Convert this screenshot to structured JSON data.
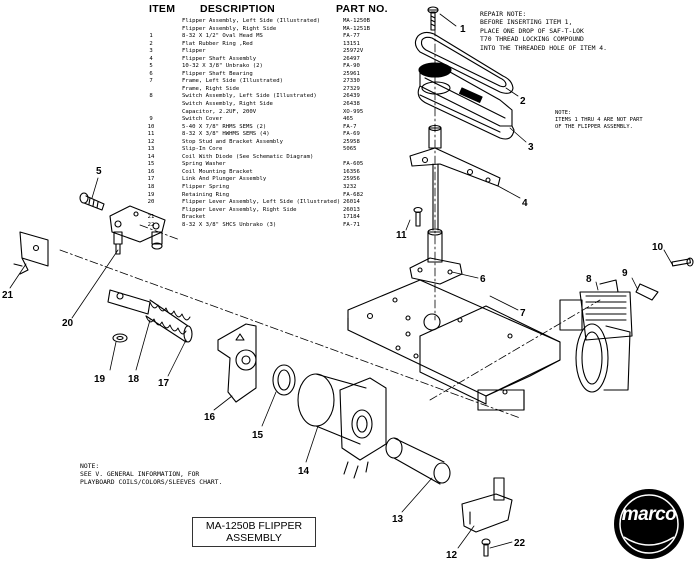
{
  "headers": {
    "item": "ITEM",
    "description": "DESCRIPTION",
    "part_no": "PART NO."
  },
  "parts": [
    {
      "item": "",
      "description": "Flipper Assembly, Left Side (Illustrated)",
      "part": "MA-1250B"
    },
    {
      "item": "",
      "description": "Flipper Assembly, Right Side",
      "part": "MA-1251B"
    },
    {
      "item": "1",
      "description": "8-32 X 1/2\" Oval Head MS",
      "part": "FA-77"
    },
    {
      "item": "2",
      "description": "Flat Rubber Ring ,Red",
      "part": "13151"
    },
    {
      "item": "3",
      "description": "Flipper",
      "part": "25972V"
    },
    {
      "item": "4",
      "description": "Flipper Shaft Assembly",
      "part": "26497"
    },
    {
      "item": "5",
      "description": "10-32 X 3/8\" Unbrako (2)",
      "part": "FA-90"
    },
    {
      "item": "6",
      "description": "Flipper Shaft Bearing",
      "part": "25961"
    },
    {
      "item": "7",
      "description": "Frame, Left Side (Illustrated)",
      "part": "27330"
    },
    {
      "item": "",
      "description": "Frame, Right Side",
      "part": "27329"
    },
    {
      "item": "8",
      "description": "Switch Assembly, Left Side (Illustrated)",
      "part": "26439"
    },
    {
      "item": "",
      "description": "Switch Assembly, Right Side",
      "part": "26438"
    },
    {
      "item": "",
      "description": "Capacitor, 2.2UF, 200V",
      "part": "XO-995"
    },
    {
      "item": "9",
      "description": "Switch Cover",
      "part": "465"
    },
    {
      "item": "10",
      "description": "5-40 X 7/8\" RHMS SEMS (2)",
      "part": "FA-7"
    },
    {
      "item": "11",
      "description": "8-32 X 3/8\" HWHMS SEMS (4)",
      "part": "FA-69"
    },
    {
      "item": "12",
      "description": "Stop Stud and Bracket Assembly",
      "part": "25958"
    },
    {
      "item": "13",
      "description": "Slip-In Core",
      "part": "5065"
    },
    {
      "item": "14",
      "description": "Coil With Diode (See Schematic Diagram)",
      "part": ""
    },
    {
      "item": "15",
      "description": "Spring Washer",
      "part": "FA-605"
    },
    {
      "item": "16",
      "description": "Coil Mounting Bracket",
      "part": "16356"
    },
    {
      "item": "17",
      "description": "Link And Plunger Assembly",
      "part": "25956"
    },
    {
      "item": "18",
      "description": "Flipper Spring",
      "part": "3232"
    },
    {
      "item": "19",
      "description": "Retaining Ring",
      "part": "FA-682"
    },
    {
      "item": "20",
      "description": "Flipper Lever Assembly, Left Side (Illustrated)",
      "part": "26014"
    },
    {
      "item": "",
      "description": "Flipper Lever Assembly, Right Side",
      "part": "26013"
    },
    {
      "item": "21",
      "description": "Bracket",
      "part": "17184"
    },
    {
      "item": "22",
      "description": "8-32 X 3/8\" SHCS Unbrako (3)",
      "part": "FA-71"
    }
  ],
  "repair_note": "REPAIR NOTE:\nBEFORE INSERTING ITEM 1,\nPLACE ONE DROP OF SAF-T-LOK\nT70 THREAD LOCKING COMPOUND\nINTO THE THREADED HOLE OF ITEM 4.",
  "items_note": "NOTE:\nITEMS 1 THRU 4 ARE NOT PART\nOF THE FLIPPER ASSEMBLY.",
  "general_note": "NOTE:\nSEE V. GENERAL INFORMATION, FOR\nPLAYBOARD COILS/COLORS/SLEEVES CHART.",
  "title_box": {
    "line1": "MA-1250B FLIPPER",
    "line2": "ASSEMBLY"
  },
  "logo": {
    "text": "marco",
    "color": "#000000"
  },
  "callouts": [
    "1",
    "2",
    "3",
    "4",
    "5",
    "6",
    "7",
    "8",
    "9",
    "10",
    "11",
    "12",
    "13",
    "14",
    "15",
    "16",
    "17",
    "18",
    "19",
    "20",
    "21",
    "22"
  ]
}
